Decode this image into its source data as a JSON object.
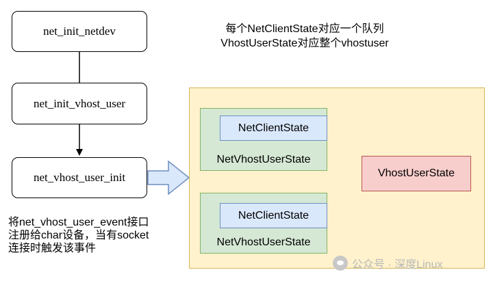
{
  "functions": {
    "netdev": "net_init_netdev",
    "vhost_user": "net_init_vhost_user",
    "user_init": "net_vhost_user_init"
  },
  "notes": {
    "top_line1": "每个NetClientState对应一个队列",
    "top_line2": "VhostUserState对应整个vhostuser",
    "side": "将net_vhost_user_event接口注册给char设备，当有socket连接时触发该事件"
  },
  "queues": [
    {
      "inner": "NetClientState",
      "outer": "NetVhostUserState"
    },
    {
      "inner": "NetClientState",
      "outer": "NetVhostUserState"
    }
  ],
  "shared_state": "VhostUserState",
  "watermark": "公众号 · 深度Linux",
  "colors": {
    "outer_area": "#fff2cc",
    "green": "#d5e8d4",
    "blue": "#dae8fc",
    "red": "#f8cecc",
    "big_arrow": "#dae8fc"
  }
}
